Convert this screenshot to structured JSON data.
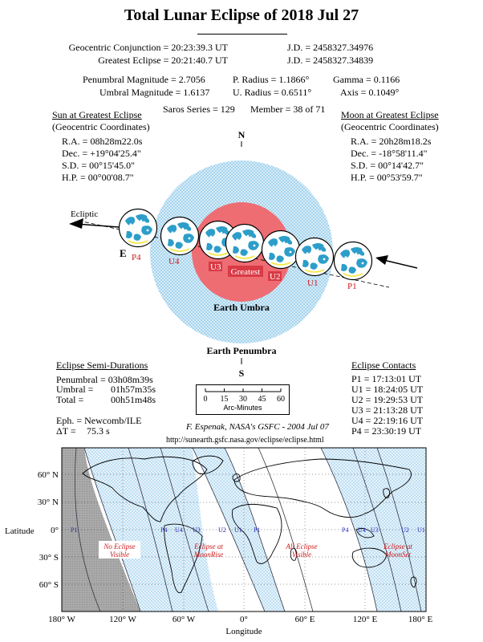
{
  "title": "Total Lunar Eclipse of  2018 Jul 27",
  "header": {
    "geo_conj": "Geocentric Conjunction = 20:23:39.3 UT",
    "jd1": "J.D. = 2458327.34976",
    "greatest": "Greatest Eclipse = 20:21:40.7 UT",
    "jd2": "J.D. = 2458327.34839",
    "pen_mag": "Penumbral Magnitude = 2.7056",
    "p_radius": "P. Radius = 1.1866°",
    "gamma": "Gamma = 0.1166",
    "umb_mag": "Umbral Magnitude = 1.6137",
    "u_radius": "U. Radius = 0.6511°",
    "axis": "Axis = 0.1049°",
    "saros": "Saros Series = 129",
    "member": "Member = 38 of 71"
  },
  "sun": {
    "heading": "Sun at Greatest Eclipse",
    "sub": "(Geocentric Coordinates)",
    "rows": [
      "R.A. =  08h28m22.0s",
      "Dec. = +19°04'25.4\"",
      "S.D. =  00°15'45.0\"",
      "H.P. =  00°00'08.7\""
    ]
  },
  "moon": {
    "heading": "Moon at Greatest Eclipse",
    "sub": "(Geocentric Coordinates)",
    "rows": [
      "R.A. =  20h28m18.2s",
      "Dec. = -18°58'11.4\"",
      "S.D. =  00°14'42.7\"",
      "H.P. =  00°53'59.7\""
    ]
  },
  "diagram": {
    "north": "N",
    "south": "S",
    "east": "E",
    "ecliptic": "Ecliptic",
    "umbra_label": "Earth Umbra",
    "penumbra_label": "Earth Penumbra",
    "greatest_label": "Greatest",
    "contact_labels": [
      "P4",
      "U4",
      "U3",
      "U2",
      "U1",
      "P1"
    ]
  },
  "durations": {
    "heading": "Eclipse Semi-Durations",
    "penumbral": "Penumbral = 03h08m39s",
    "umbral_label": "Umbral =",
    "umbral_value": "01h57m35s",
    "total_label": "Total =",
    "total_value": "00h51m48s",
    "eph": "Eph. = Newcomb/ILE",
    "dt_label": "ΔT =",
    "dt_value": "75.3 s"
  },
  "scale": {
    "ticks": [
      "0",
      "15",
      "30",
      "45",
      "60"
    ],
    "label": "Arc-Minutes"
  },
  "contacts": {
    "heading": "Eclipse Contacts",
    "rows": [
      "P1 = 17:13:01 UT",
      "U1 = 18:24:05 UT",
      "U2 = 19:29:53 UT",
      "U3 = 21:13:28 UT",
      "U4 = 22:19:16 UT",
      "P4 = 23:30:19 UT"
    ]
  },
  "credit": "F. Espenak, NASA's GSFC - 2004 Jul 07",
  "url": "http://sunearth.gsfc.nasa.gov/eclipse/eclipse.html",
  "map": {
    "lat_title": "Latitude",
    "lon_title": "Longitude",
    "lat_ticks": [
      "60° N",
      "30° N",
      "0°",
      "30° S",
      "60° S"
    ],
    "lon_ticks": [
      "180° W",
      "120° W",
      "60° W",
      "0°",
      "60° E",
      "120° E",
      "180° E"
    ],
    "region_none": [
      "No Eclipse",
      "Visible"
    ],
    "region_rise": [
      "Eclipse at",
      "MoonRise"
    ],
    "region_all": [
      "All Eclipse",
      "Visible"
    ],
    "region_set": [
      "Eclipse at",
      "MoonSet"
    ],
    "curve_labels_west": [
      "P1",
      "P4",
      "U4",
      "U3",
      "U2",
      "U1",
      "P1"
    ],
    "curve_labels_east": [
      "P4",
      "U4",
      "U3",
      "U2",
      "U1"
    ]
  },
  "colors": {
    "umbra": "#ee6d73",
    "penumbra": "#c9e4f4",
    "night": "#a3a3a3",
    "moon": "#2d9ec9",
    "label_red": "#d01818",
    "label_blue": "#2a2ab8"
  }
}
